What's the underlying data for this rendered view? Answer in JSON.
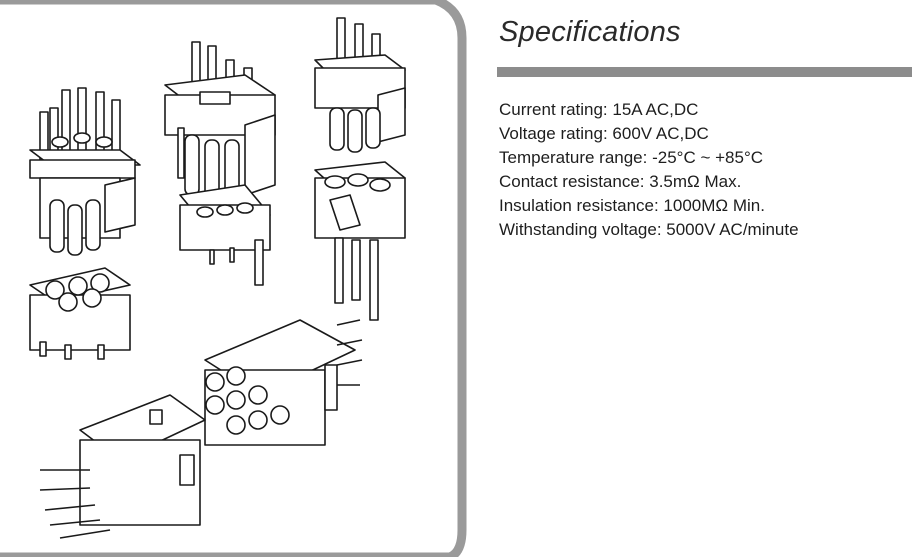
{
  "specifications": {
    "title": "Specifications",
    "items": [
      "Current rating: 15A AC,DC",
      "Voltage rating: 600V AC,DC",
      "Temperature range: -25°C ~ +85°C",
      "Contact resistance: 3.5mΩ Max.",
      "Insulation resistance: 1000MΩ Min.",
      "Withstanding voltage: 5000V AC/minute"
    ]
  }
}
